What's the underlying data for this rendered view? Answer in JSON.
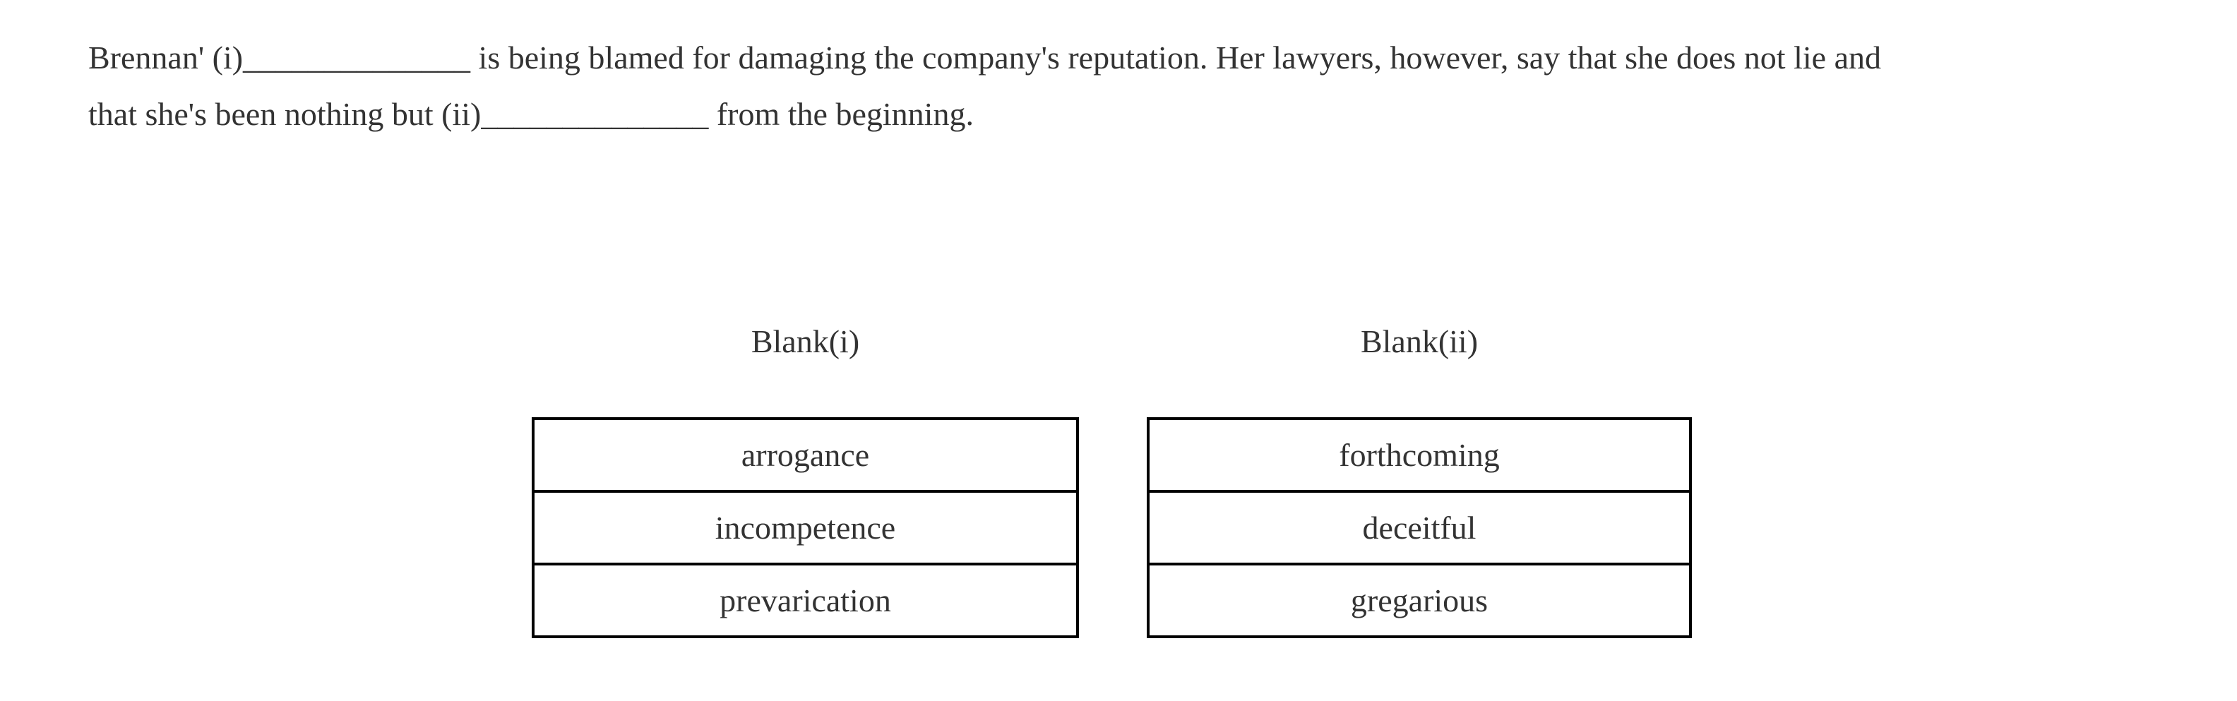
{
  "question": {
    "text_lines": [
      "Brennan' (i)______________ is being blamed for damaging the company's reputation. Her lawyers, however, say that she does not lie and",
      "that she's been nothing but (ii)______________ from the beginning."
    ]
  },
  "blanks": [
    {
      "label": "Blank(i)",
      "options": [
        "arrogance",
        "incompetence",
        "prevarication"
      ]
    },
    {
      "label": "Blank(ii)",
      "options": [
        "forthcoming",
        "deceitful",
        "gregarious"
      ]
    }
  ],
  "colors": {
    "background": "#ffffff",
    "text": "#333333",
    "table_border": "#000000"
  }
}
